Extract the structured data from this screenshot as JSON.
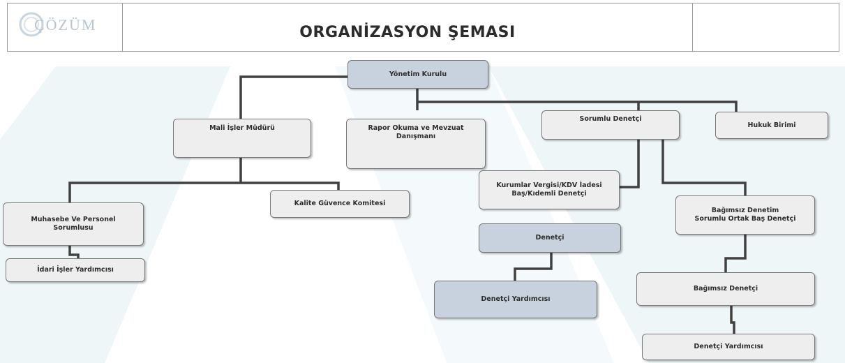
{
  "header": {
    "logo_text": "ÇÖZÜM",
    "title": "ORGANİZASYON ŞEMASI"
  },
  "nodes": {
    "yonetim_kurulu": "Yönetim Kurulu",
    "mali_isler": "Mali İşler Müdürü",
    "rapor_okuma": "Rapor Okuma ve Mevzuat\nDanışmanı",
    "sorumlu_denetci": "Sorumlu Denetçi",
    "hukuk_birimi": "Hukuk Birimi",
    "muhasebe_personel": "Muhasebe Ve Personel\nSorumlusu",
    "kalite_guvence": "Kalite Güvence Komitesi",
    "idari_isler": "İdari İşler Yardımcısı",
    "kurumlar_vergisi": "Kurumlar Vergisi/KDV İadesi\nBaş/Kıdemli Denetçi",
    "bagimsiz_denetim_ortak": "Bağımsız Denetim\nSorumlu Ortak Baş Denetçi",
    "denetci": "Denetçi",
    "denetci_yardimcisi_left": "Denetçi Yardımcısı",
    "bagimsiz_denetci": "Bağımsız Denetçi",
    "denetci_yardimcisi_right": "Denetçi Yardımcısı"
  },
  "colors": {
    "blue_box": "#c8d2de",
    "light_box": "#eeeeee",
    "connector": "#404040"
  }
}
